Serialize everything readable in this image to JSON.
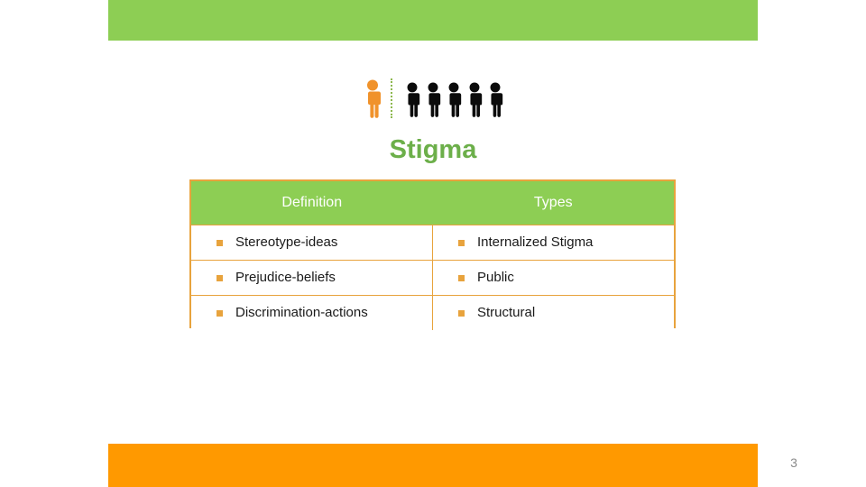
{
  "slide": {
    "title": "Stigma",
    "page_number": "3",
    "colors": {
      "green_bar": "#8DCE54",
      "orange_bar": "#FF9900",
      "title_green": "#6CAF4A",
      "table_border_orange": "#E8A33D",
      "bullet_orange": "#E8A33D",
      "header_text": "#FFFFFF",
      "page_number_gray": "#8A8A8A"
    }
  },
  "icons": {
    "highlighted_person": "person-icon-orange",
    "divider": "dotted-vertical-divider",
    "group": [
      "person-icon-black",
      "person-icon-black",
      "person-icon-black",
      "person-icon-black",
      "person-icon-black"
    ]
  },
  "table": {
    "headers": [
      "Definition",
      "Types"
    ],
    "rows": [
      {
        "definition": "Stereotype-ideas",
        "type": "Internalized Stigma"
      },
      {
        "definition": "Prejudice-beliefs",
        "type": "Public"
      },
      {
        "definition": "Discrimination-actions",
        "type": "Structural"
      }
    ]
  }
}
